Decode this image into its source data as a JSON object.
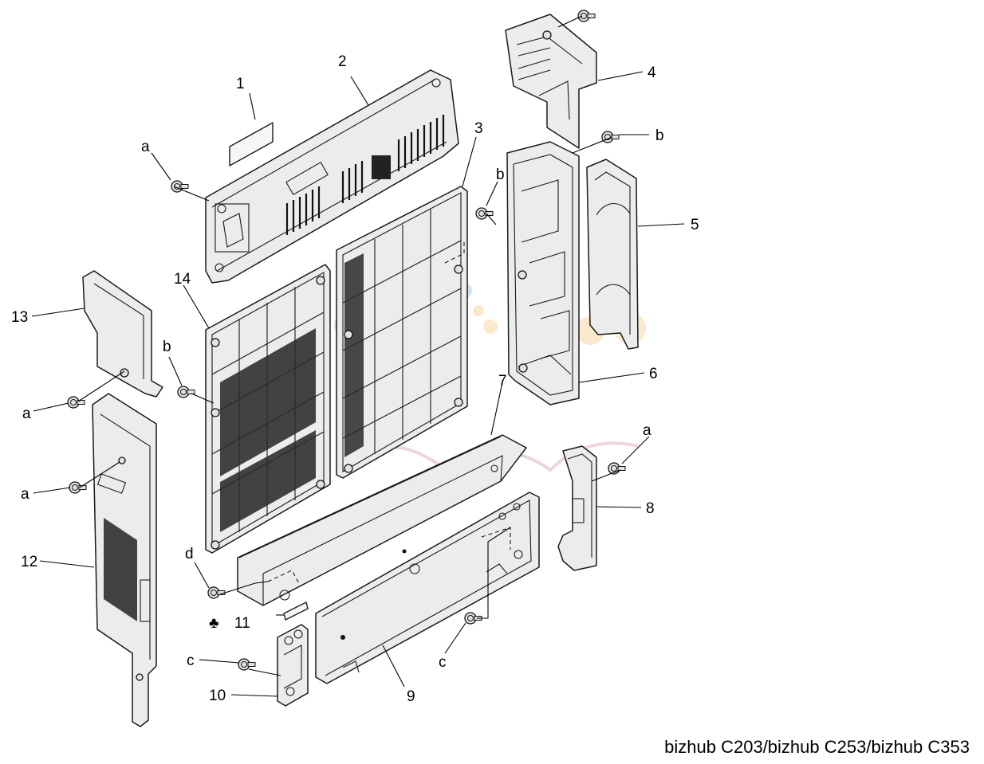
{
  "callouts": {
    "p1": "1",
    "p2": "2",
    "p3": "3",
    "p4": "4",
    "p5": "5",
    "p6": "6",
    "p7": "7",
    "p8": "8",
    "p9": "9",
    "p10": "10",
    "p11": "11",
    "p12": "12",
    "p13": "13",
    "p14": "14",
    "p11_marker": "♣"
  },
  "screws": {
    "a": "a",
    "b": "b",
    "c": "c",
    "d": "d"
  },
  "footer": {
    "models": "bizhub C203/bizhub C253/bizhub C353"
  }
}
